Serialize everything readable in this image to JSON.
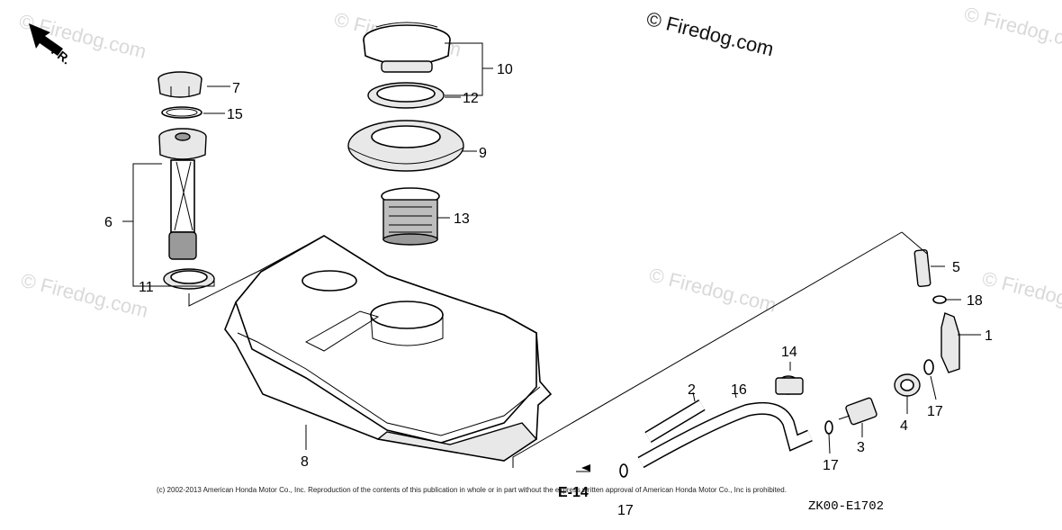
{
  "watermark": "© Firedog.com",
  "brand_mark": "© Firedog.com",
  "front_indicator": "FR.",
  "reference": "E-14",
  "diagram_code": "ZK00-E1702",
  "copyright": "(c) 2002-2013 American Honda Motor Co., Inc. Reproduction of the contents of this publication in whole or in part without the express written approval of American Honda Motor Co., Inc is prohibited.",
  "callouts": {
    "c1": "1",
    "c2": "2",
    "c3": "3",
    "c4": "4",
    "c5": "5",
    "c6": "6",
    "c7": "7",
    "c8": "8",
    "c9": "9",
    "c10": "10",
    "c11": "11",
    "c12": "12",
    "c13": "13",
    "c14": "14",
    "c15": "15",
    "c16": "16",
    "c17a": "17",
    "c17b": "17",
    "c17c": "17",
    "c18": "18"
  }
}
